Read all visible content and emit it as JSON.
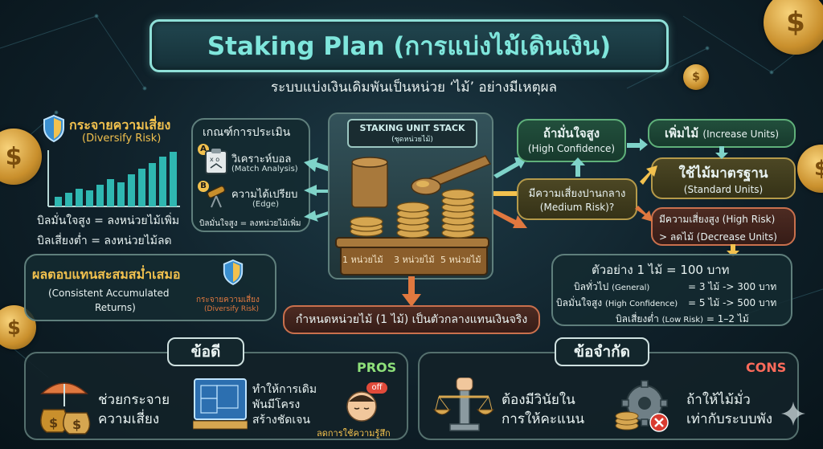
{
  "header": {
    "title": "Staking Plan (การแบ่งไม้เดินเงิน)",
    "subtitle": "ระบบแบ่งเงินเดิมพันเป็นหน่วย ‘ไม้’ อย่างมีเหตุผล"
  },
  "diversify": {
    "title_th": "กระจายความเสี่ยง",
    "title_en": "(Diversify Risk)",
    "rule_high": "บิลมั่นใจสูง = ลงหน่วยไม้เพิ่ม",
    "rule_low": "บิลเสี่ยงต่ำ = ลงหน่วยไม้ลด"
  },
  "criteria": {
    "heading": "เกณฑ์การประเมิน",
    "item_a_badge": "A",
    "item_a_th": "วิเคราะห์บอล",
    "item_a_en": "(Match Analysis)",
    "item_b_badge": "B",
    "item_b_th": "ความได้เปรียบ",
    "item_b_en": "(Edge)",
    "note": "บิลมั่นใจสูง = ลงหน่วยไม้เพิ่ม"
  },
  "stack": {
    "title": "STAKING UNIT STACK",
    "subtitle": "(ชุดหน่วยไม้)",
    "label_1": "1 หน่วยไม้",
    "label_3": "3 หน่วยไม้",
    "label_5": "5 หน่วยไม้"
  },
  "returns": {
    "title": "ผลตอบแทนสะสมสม่ำเสมอ",
    "sub_en_1": "(Consistent Accumulated",
    "sub_en_2": "Returns)",
    "tag_th": "กระจายความเสี่ยง",
    "tag_en": "(Diversify Risk)"
  },
  "define_unit": "กำหนดหน่วยไม้ (1 ไม้) เป็นตัวกลางแทนเงินจริง",
  "flow": {
    "high_conf_th": "ถ้ามั่นใจสูง",
    "high_conf_en": "(High Confidence)",
    "increase_th": "เพิ่มไม้",
    "increase_en": "(Increase Units)",
    "medium_th": "มีความเสี่ยงปานกลาง",
    "medium_en": "(Medium Risk)?",
    "standard_th": "ใช้ไม้มาตรฐาน",
    "standard_en": "(Standard Units)",
    "high_risk_1": "มีความเสี่ยงสูง (High Risk)",
    "high_risk_2": "> ลดไม้ (Decrease Units)"
  },
  "example": {
    "heading": "ตัวอย่าง 1 ไม้ = 100 บาท",
    "general_label": "บิลทั่วไป",
    "general_label_en": "(General)",
    "general_value": "= 3 ไม้ -> 300 บาท",
    "high_label": "บิลมั่นใจสูง",
    "high_label_en": "(High Confidence)",
    "high_value": "= 5 ไม้ -> 500 บาท",
    "low_label": "บิลเสี่ยงต่ำ",
    "low_label_en": "(Low Risk)",
    "low_value": "= 1–2 ไม้"
  },
  "pros": {
    "header": "ข้อดี",
    "tag": "PROS",
    "item1_line1": "ช่วยกระจาย",
    "item1_line2": "ความเสี่ยง",
    "item2_line1": "ทำให้การเดิม",
    "item2_line2": "พันมีโครง",
    "item2_line3": "สร้างชัดเจน",
    "item3_badge": "off",
    "item3_caption": "ลดการใช้ความรู้สึก"
  },
  "cons": {
    "header": "ข้อจำกัด",
    "tag": "CONS",
    "item1_line1": "ต้องมีวินัยใน",
    "item1_line2": "การให้คะแนน",
    "item2_line1": "ถ้าให้ไม้มั่ว",
    "item2_line2": "เท่ากับระบบพัง"
  },
  "colors": {
    "accent_teal": "#7fe6dc",
    "gold": "#f2c14e",
    "green": "#5fb07a",
    "orange": "#e0783f",
    "cons_red": "#ff6b5b",
    "pros_green": "#8ee07a"
  }
}
